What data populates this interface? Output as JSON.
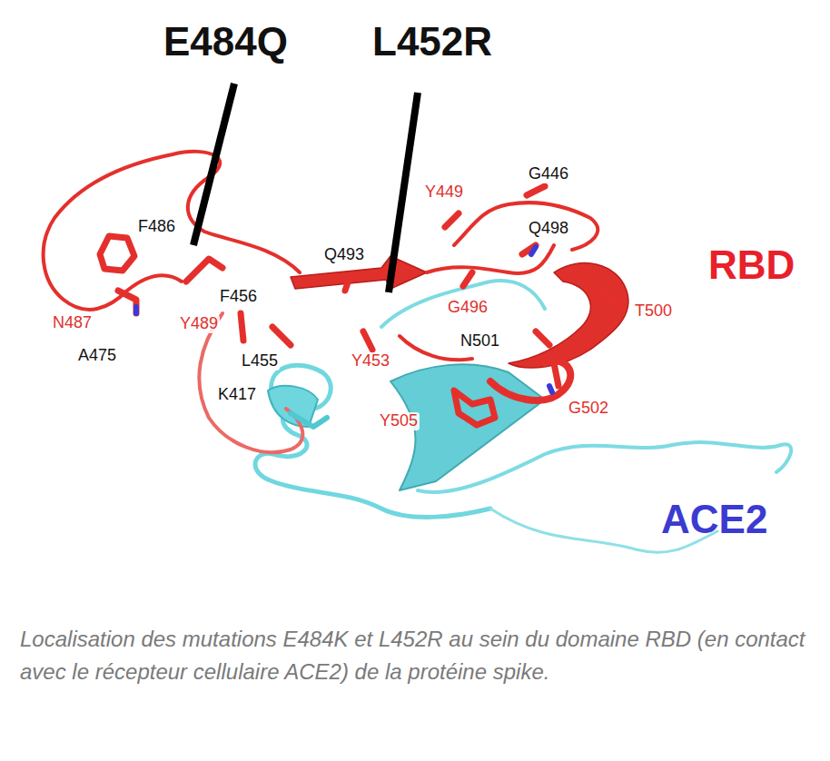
{
  "diagram": {
    "caption": "Localisation des mutations E484K et L452R au sein du domaine RBD (en contact avec le récepteur cellulaire ACE2) de la protéine spike.",
    "labels": [
      "E484Q",
      "L452R",
      "F486",
      "Y449",
      "G446",
      "Q498",
      "RBD",
      "Q493",
      "N487",
      "Y489",
      "F456",
      "G496",
      "T500",
      "A475",
      "L455",
      "Y453",
      "N501",
      "K417",
      "Y505",
      "G502",
      "ACE2"
    ]
  }
}
